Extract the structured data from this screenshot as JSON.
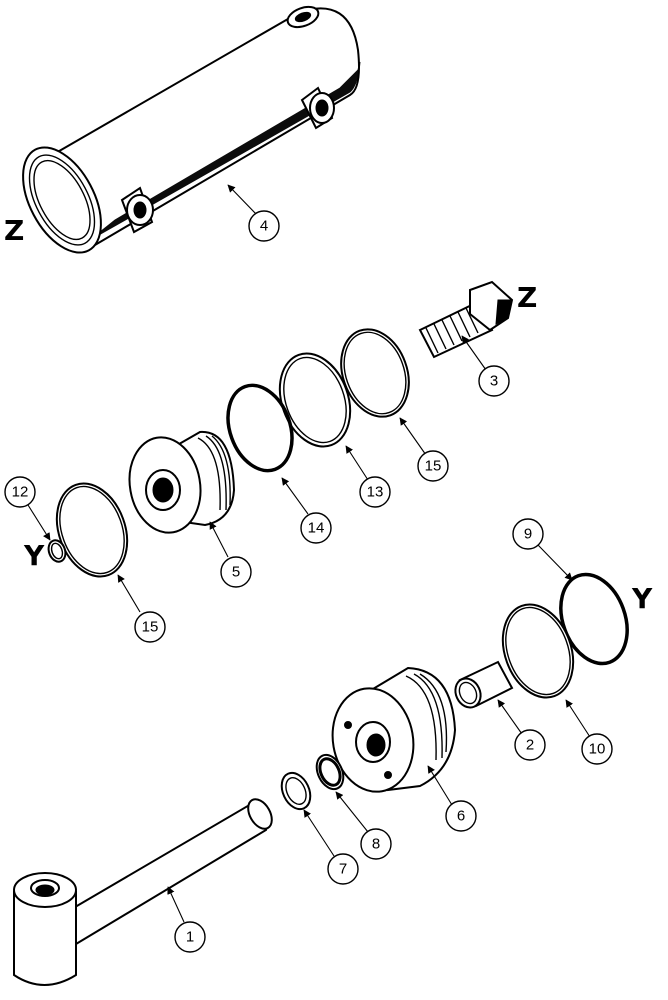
{
  "callouts": {
    "c1": "1",
    "c2": "2",
    "c3": "3",
    "c4": "4",
    "c5": "5",
    "c6": "6",
    "c7": "7",
    "c8": "8",
    "c9": "9",
    "c10": "10",
    "c12": "12",
    "c13": "13",
    "c14": "14",
    "c15a": "15",
    "c15b": "15"
  },
  "markers": {
    "z_left": "Z",
    "z_right": "Z",
    "y_left": "Y",
    "y_right": "Y"
  }
}
